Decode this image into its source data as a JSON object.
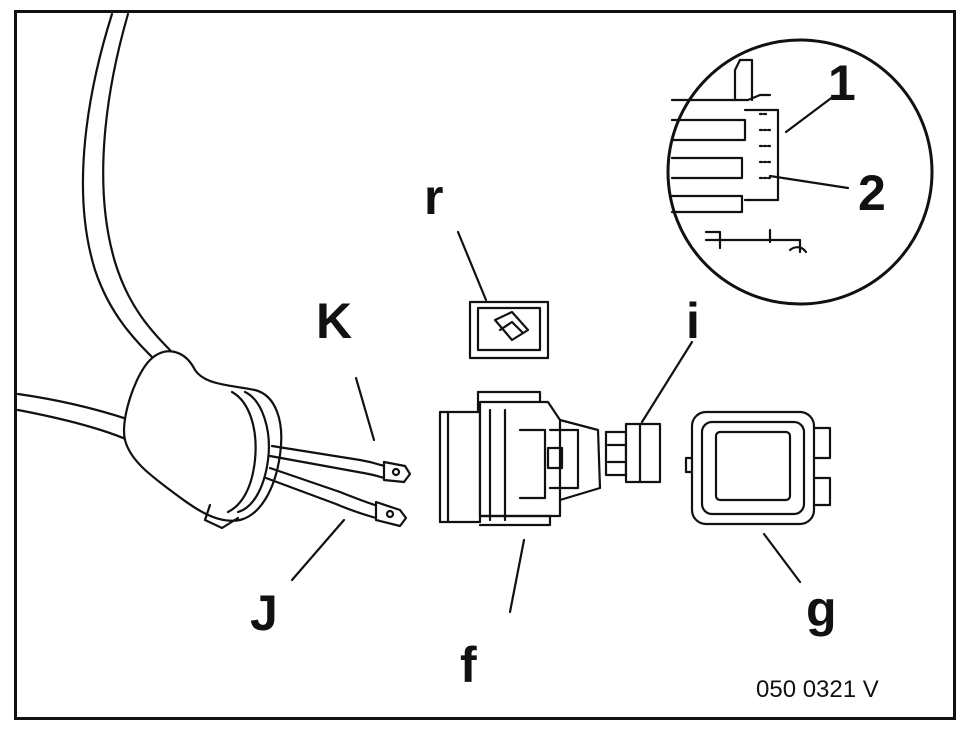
{
  "labels": {
    "r": "r",
    "K": "K",
    "i": "i",
    "J": "J",
    "f": "f",
    "g": "g",
    "one": "1",
    "two": "2"
  },
  "figure_code": "050 0321 V",
  "colors": {
    "line": "#111111",
    "fill": "#ffffff",
    "shade": "#e8e8e8"
  }
}
